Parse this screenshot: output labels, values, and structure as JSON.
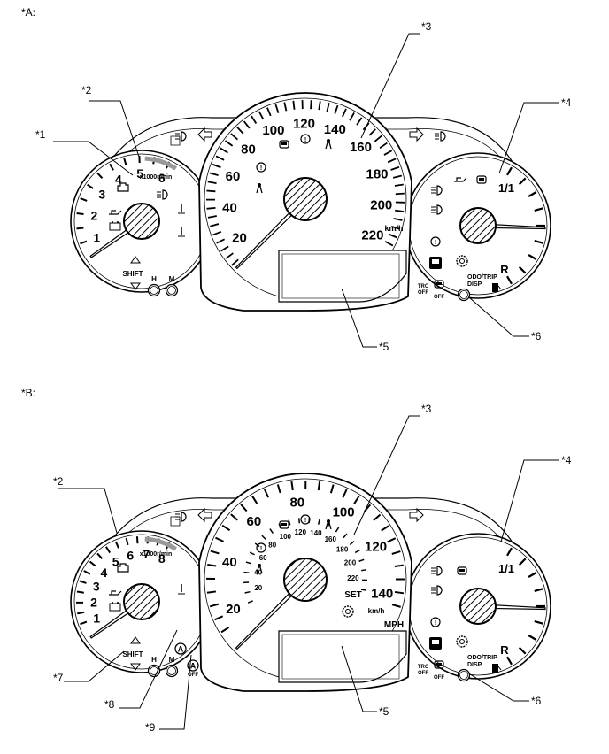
{
  "panels": [
    {
      "id": "A",
      "label": "*A:",
      "tach": {
        "numbers": [
          "1",
          "2",
          "3",
          "4",
          "5",
          "6"
        ],
        "unit": "x1000r/min",
        "shift": "SHIFT",
        "h": "H",
        "m": "M"
      },
      "speedo": {
        "numbers": [
          "20",
          "40",
          "60",
          "80",
          "100",
          "120",
          "140",
          "160",
          "180",
          "200",
          "220"
        ],
        "unit": "km/h"
      },
      "fuel": {
        "full": "1/1",
        "reserve": "R",
        "odo": "ODO/TRIP",
        "disp": "DISP",
        "trc": "TRC",
        "trc_off": "OFF",
        "vsc_off": "OFF"
      },
      "callouts": [
        "*1",
        "*2",
        "*3",
        "*4",
        "*5",
        "*6"
      ]
    },
    {
      "id": "B",
      "label": "*B:",
      "tach": {
        "numbers": [
          "1",
          "2",
          "3",
          "4",
          "5",
          "6",
          "7",
          "8"
        ],
        "unit": "x1000r/min",
        "shift": "SHIFT",
        "h": "H",
        "m": "M",
        "a_off": "OFF"
      },
      "speedo": {
        "outer_numbers": [
          "20",
          "40",
          "60",
          "80",
          "100",
          "120",
          "140"
        ],
        "inner_numbers": [
          "20",
          "40",
          "60",
          "80",
          "100",
          "120",
          "140",
          "160",
          "180",
          "200",
          "220"
        ],
        "unit_kmh": "km/h",
        "unit_mph": "MPH",
        "set": "SET"
      },
      "fuel": {
        "full": "1/1",
        "reserve": "R",
        "odo": "ODO/TRIP",
        "disp": "DISP",
        "trc": "TRC",
        "trc_off": "OFF",
        "vsc_off": "OFF"
      },
      "callouts": [
        "*2",
        "*3",
        "*4",
        "*5",
        "*6",
        "*7",
        "*8",
        "*9"
      ]
    }
  ]
}
